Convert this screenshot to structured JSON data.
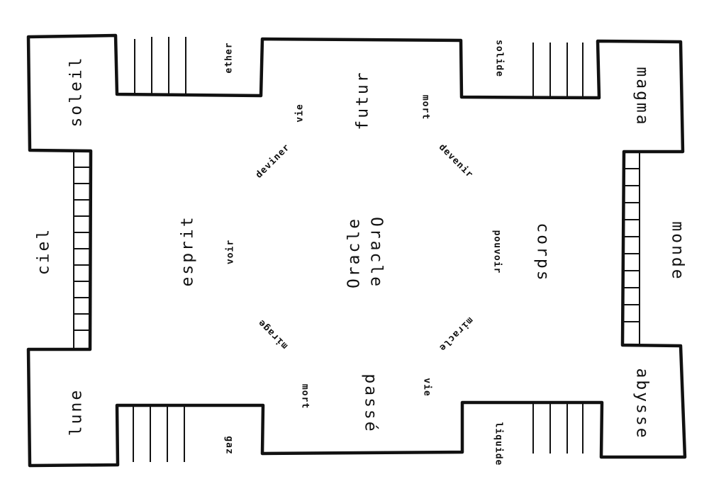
{
  "board": {
    "center": [
      "Oracle",
      "Oracle"
    ],
    "corners": {
      "top_left": "soleil",
      "top_right": "magma",
      "bottom_left": "lune",
      "bottom_right": "abysse"
    },
    "sides": {
      "left": "ciel",
      "right": "monde"
    },
    "stairs": {
      "top_left": "ether",
      "top_right": "solide",
      "bottom_left": "gaz",
      "bottom_right": "liquide"
    },
    "cardinal": {
      "top": "futur",
      "bottom": "passé",
      "left": "esprit",
      "right": "corps"
    },
    "inner": {
      "top_left_small": "vie",
      "top_right_small": "mort",
      "bottom_left_small": "mort",
      "bottom_right_small": "vie",
      "left_small": "voir",
      "right_small": "pouvoir"
    },
    "diagonals": {
      "top_left": "deviner",
      "top_right": "devenir",
      "bottom_left": "mirage",
      "bottom_right": "miracle"
    }
  }
}
